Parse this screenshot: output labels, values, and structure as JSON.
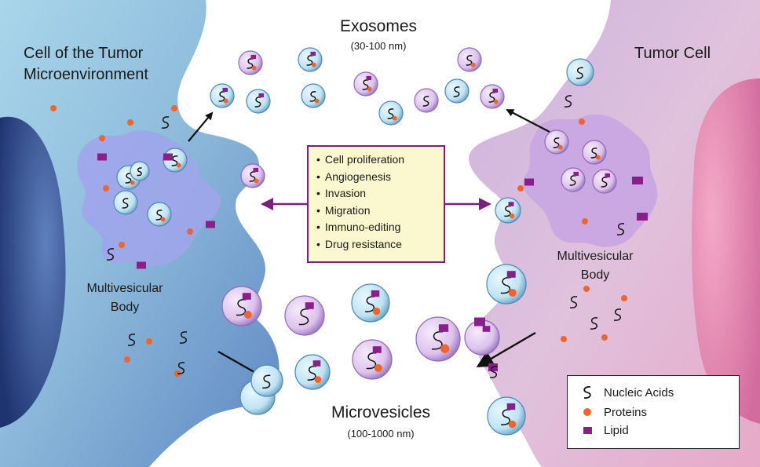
{
  "labels": {
    "exosomes": "Exosomes",
    "exosomes_size": "(30-100 nm)",
    "microvesicles": "Microvesicles",
    "microvesicles_size": "(100-1000 nm)",
    "left_cell_line1": "Cell of the Tumor",
    "left_cell_line2": "Microenvironment",
    "right_cell": "Tumor Cell",
    "mvb_left_line1": "Multivesicular",
    "mvb_left_line2": "Body",
    "mvb_right_line1": "Multivesicular",
    "mvb_right_line2": "Body"
  },
  "effects": [
    "Cell proliferation",
    "Angiogenesis",
    "Invasion",
    "Migration",
    "Immuno-editing",
    "Drug resistance"
  ],
  "legend": {
    "nucleic_acids": "Nucleic Acids",
    "proteins": "Proteins",
    "lipid": "Lipid"
  },
  "colors": {
    "protein": "#f0642d",
    "lipid": "#8a1e8a",
    "arrow_purple": "#7b1f7e",
    "box_fill": "#fbf8cf"
  }
}
